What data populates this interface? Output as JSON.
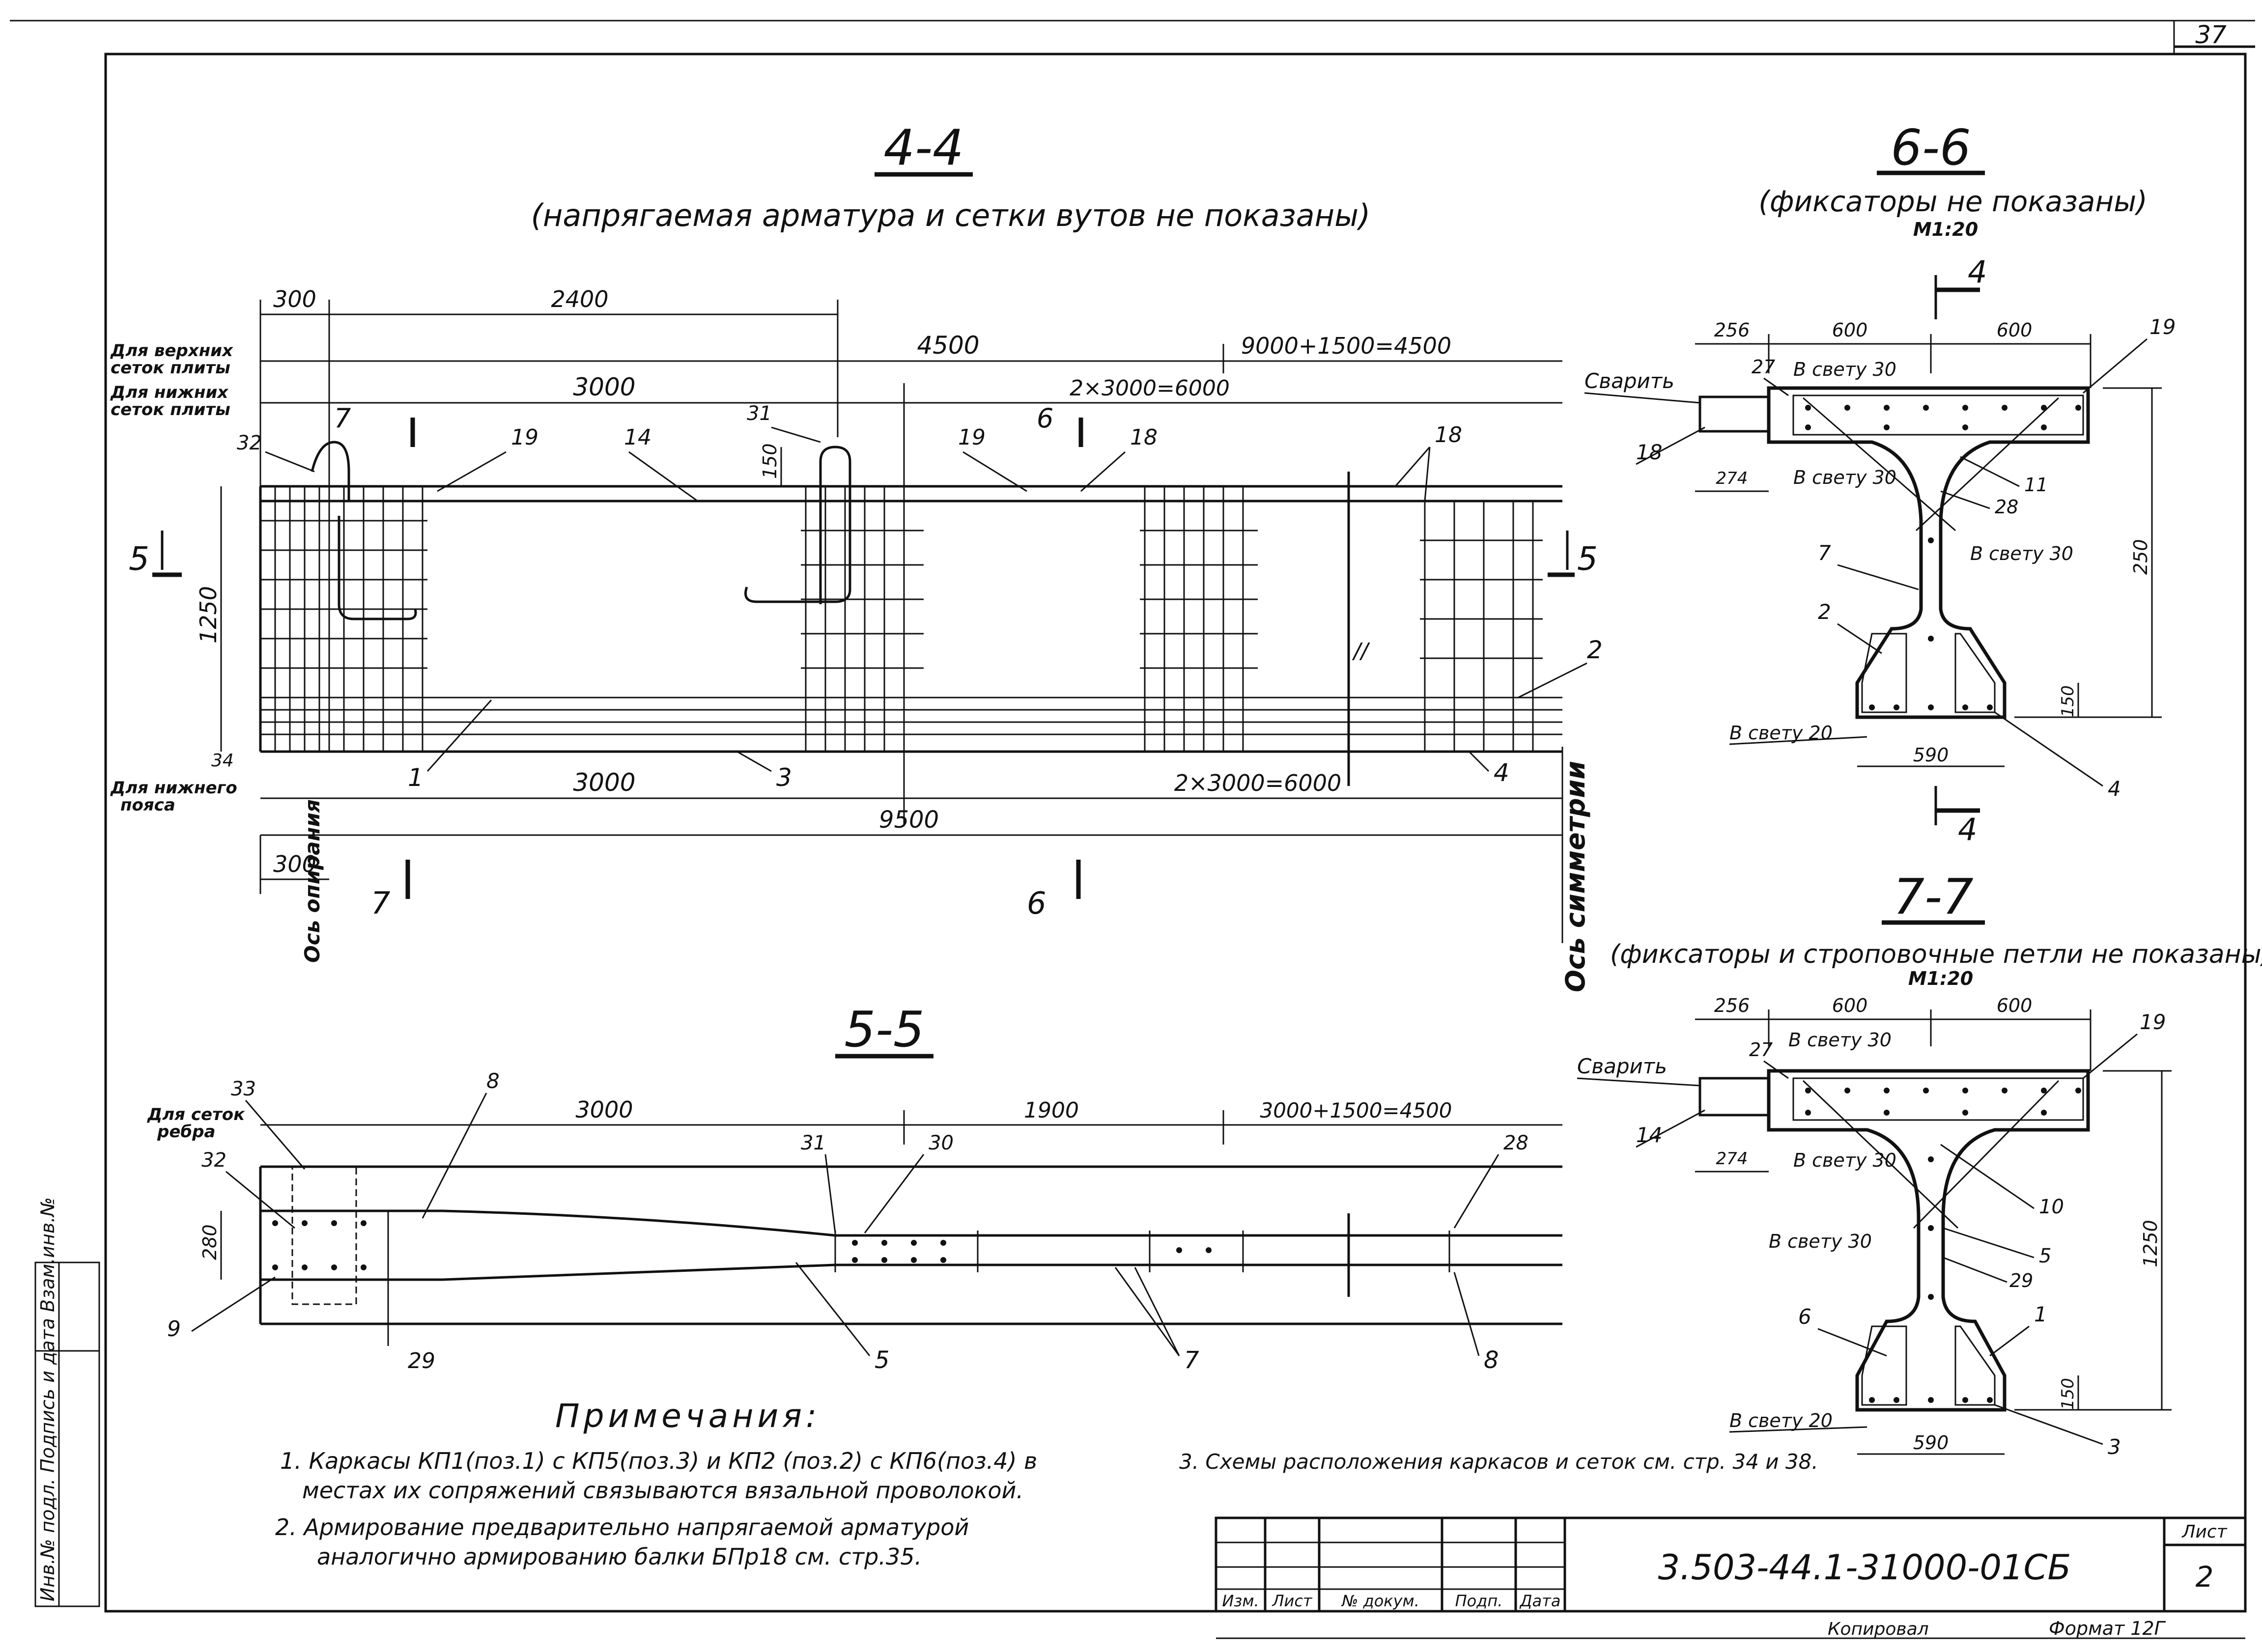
{
  "sheet": {
    "page_number": "37",
    "stamp_vertical": "Инв.№ подл. Подпись и дата Взам.инв.№"
  },
  "section_4_4": {
    "title": "4-4",
    "subtitle": "(напрягаемая арматура и сетки вутов не показаны)",
    "dims": {
      "d300_top": "300",
      "d2400": "2400",
      "d4500": "4500",
      "d9000_1500": "9000+1500=4500",
      "d3000_top": "3000",
      "d2x3000_top": "2×3000=6000",
      "d1250": "1250",
      "d150": "150",
      "d34": "34",
      "d3000_bot": "3000",
      "d2x3000_bot": "2×3000=6000",
      "d9500": "9500",
      "d300_bot": "300"
    },
    "labels": {
      "upper_meshes_1": "Для верхних",
      "upper_meshes_2": "сеток плиты",
      "lower_meshes_1": "Для нижних",
      "lower_meshes_2": "сеток плиты",
      "lower_belt_1": "Для нижнего",
      "lower_belt_2": "пояса",
      "axis_support": "Ось опирания",
      "axis_symmetry": "Ось симметрии"
    },
    "cut_marks": {
      "cut5": "5",
      "cut7": "7",
      "cut6": "6"
    },
    "positions": {
      "p32": "32",
      "p19a": "19",
      "p14": "14",
      "p31": "31",
      "p19b": "19",
      "p18a": "18",
      "p18b": "18",
      "p2": "2",
      "p1": "1",
      "p3": "3",
      "p4": "4"
    }
  },
  "section_6_6": {
    "title": "6-6",
    "subtitle": "(фиксаторы не показаны)",
    "scale": "М1:20",
    "cut_mark": "4",
    "dims": {
      "d256": "256",
      "d600a": "600",
      "d600b": "600",
      "d274": "274",
      "d250": "250",
      "d150": "150",
      "d590": "590"
    },
    "labels": {
      "weld": "Сварить",
      "clear30_top": "В свету 30",
      "clear30_mid": "В свету 30",
      "clear30_web": "В свету 30",
      "clear20": "В свету 20"
    },
    "positions": {
      "p18": "18",
      "p27": "27",
      "p19": "19",
      "p11": "11",
      "p28": "28",
      "p7": "7",
      "p2": "2",
      "p4": "4"
    }
  },
  "section_7_7": {
    "title": "7-7",
    "subtitle": "(фиксаторы и строповочные петли не показаны)",
    "scale": "М1:20",
    "dims": {
      "d256": "256",
      "d600a": "600",
      "d600b": "600",
      "d274": "274",
      "d1250": "1250",
      "d150": "150",
      "d590": "590"
    },
    "labels": {
      "weld": "Сварить",
      "clear30_top": "В свету 30",
      "clear30_mid": "В свету 30",
      "clear30_web": "В свету 30",
      "clear20": "В свету 20"
    },
    "positions": {
      "p14": "14",
      "p27": "27",
      "p19": "19",
      "p10": "10",
      "p5": "5",
      "p29": "29",
      "p6": "6",
      "p1": "1",
      "p3": "3"
    }
  },
  "section_5_5": {
    "title": "5-5",
    "dims": {
      "d3000": "3000",
      "d1900": "1900",
      "d3000_1500": "3000+1500=4500",
      "d280": "280"
    },
    "labels": {
      "rib_meshes_1": "Для сеток",
      "rib_meshes_2": "ребра"
    },
    "positions": {
      "p33": "33",
      "p32": "32",
      "p8a": "8",
      "p9": "9",
      "p29": "29",
      "p31": "31",
      "p30": "30",
      "p28": "28",
      "p5": "5",
      "p7": "7",
      "p8b": "8"
    }
  },
  "notes": {
    "heading": "Примечания:",
    "n1_line1": "1. Каркасы КП1(поз.1) с КП5(поз.3) и КП2 (поз.2) с КП6(поз.4) в",
    "n1_line2": "местах их сопряжений связываются вязальной проволокой.",
    "n2_line1": "2. Армирование предварительно напрягаемой арматурой",
    "n2_line2": "аналогично армированию балки БПр18 см. стр.35.",
    "n3": "3. Схемы расположения каркасов и сеток см. стр. 34 и 38."
  },
  "title_block": {
    "designation": "3.503-44.1-31000-01СБ",
    "sheet_label": "Лист",
    "sheet_no": "2",
    "col_izm": "Изм.",
    "col_list": "Лист",
    "col_doc": "№ докум.",
    "col_sign": "Подп.",
    "col_date": "Дата",
    "copied": "Копировал",
    "format": "Формат 12Г"
  }
}
